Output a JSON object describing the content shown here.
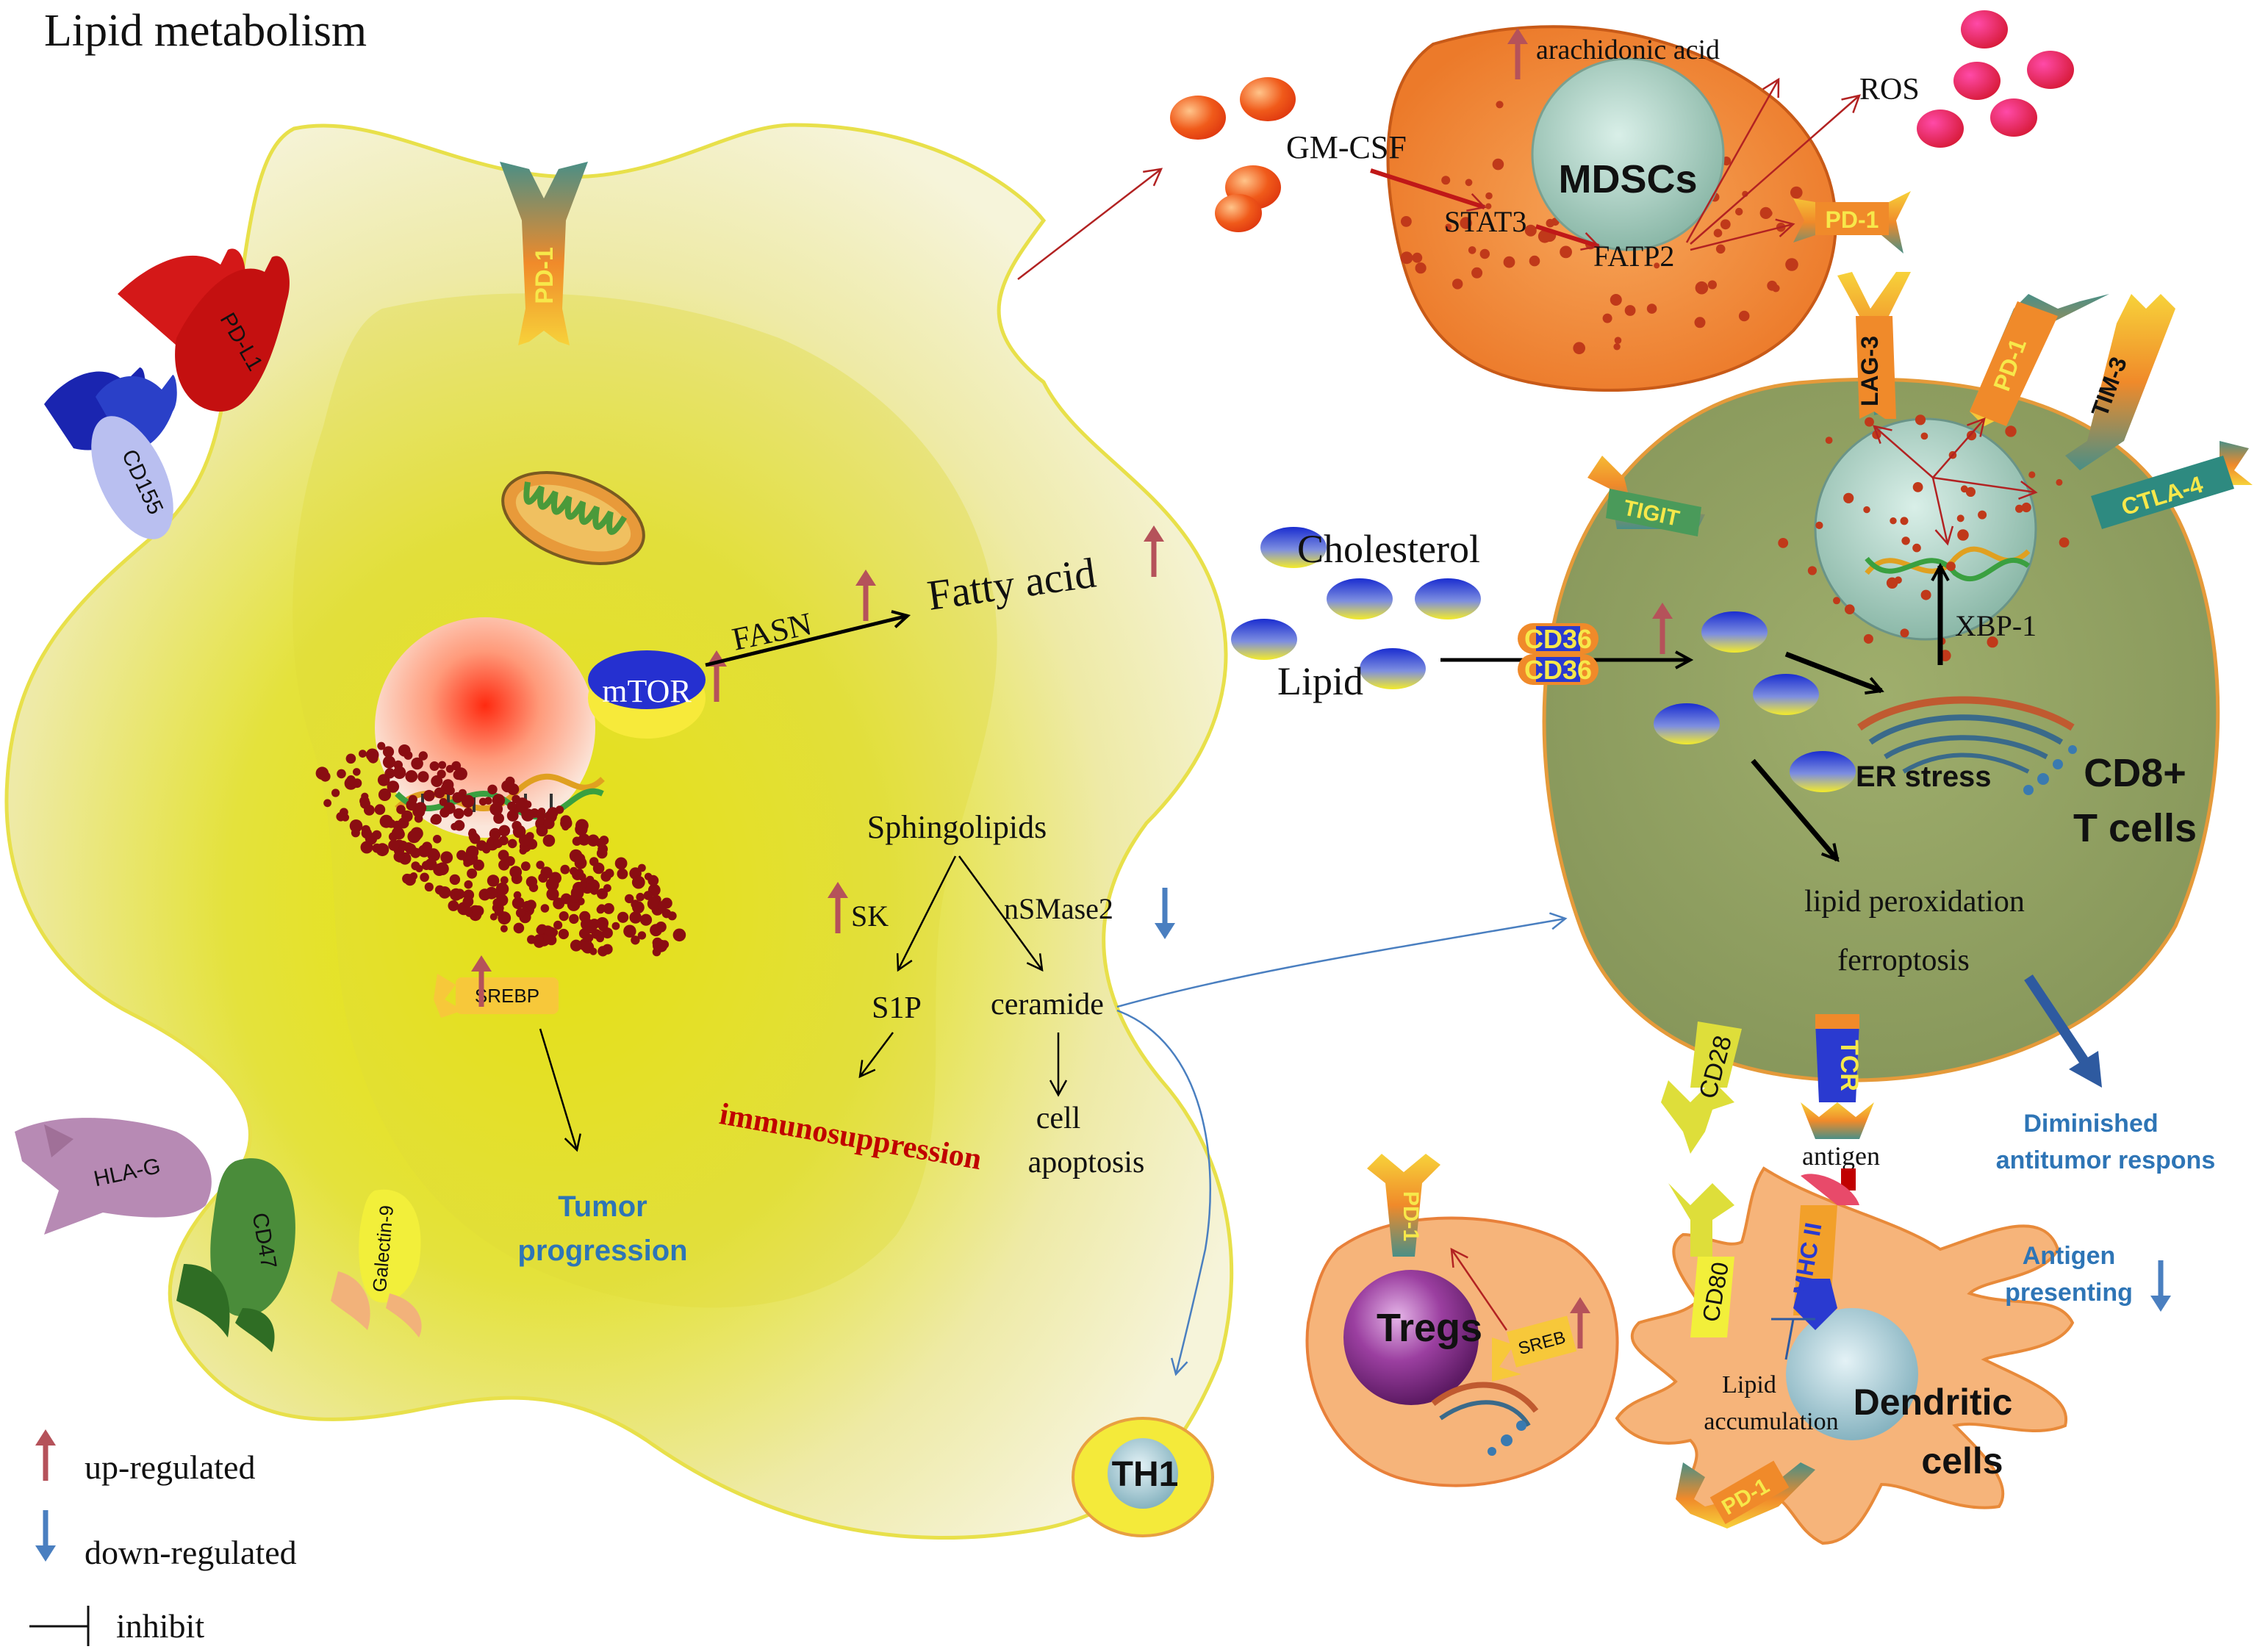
{
  "title": "Lipid metabolism",
  "tumor_cell": {
    "receptors": {
      "pd1": "PD-1",
      "pdl1": "PD-L1",
      "cd155": "CD155",
      "hlag": "HLA-G",
      "cd47": "CD47",
      "galectin9": "Galectin-9"
    },
    "mtor": "mTOR",
    "fasn": "FASN",
    "fatty_acid": "Fatty acid",
    "srebp": "SREBP",
    "tumor_progression": [
      "Tumor",
      "progression"
    ],
    "sphingolipids": "Sphingolipids",
    "sk": "SK",
    "nsmase2": "nSMase2",
    "s1p": "S1P",
    "ceramide": "ceramide",
    "immunosuppression": "immunosuppression",
    "cell_apoptosis": [
      "cell",
      "apoptosis"
    ]
  },
  "mdsc": {
    "arachidonic_acid": "arachidonic acid",
    "ros": "ROS",
    "gmcsf": "GM-CSF",
    "label": "MDSCs",
    "stat3": "STAT3",
    "fatp2": "FATP2",
    "pd1": "PD-1"
  },
  "tcell": {
    "lag3": "LAG-3",
    "pd1": "PD-1",
    "tim3": "TIM-3",
    "ctla4": "CTLA-4",
    "tigit": "TIGIT",
    "cholesterol": "Cholesterol",
    "lipid": "Lipid",
    "cd36": "CD36",
    "xbp1": "XBP-1",
    "er_stress": "ER stress",
    "label": [
      "CD8+",
      "T cells"
    ],
    "lipid_peroxidation": "lipid peroxidation",
    "ferroptosis": "ferroptosis",
    "cd28": "CD28",
    "tcr": "TCR",
    "antigen": "antigen",
    "diminished": [
      "Diminished",
      "antitumor respons"
    ]
  },
  "dc": {
    "cd80": "CD80",
    "mhcii": "MHC II",
    "lipid_accumulation": [
      "Lipid",
      "accumulation"
    ],
    "label": [
      "Dendritic",
      "cells"
    ],
    "pd1": "PD-1",
    "antigen_presenting": [
      "Antigen",
      "presenting"
    ]
  },
  "tregs": {
    "label": "Tregs",
    "pd1": "PD-1",
    "sreb": "SREB"
  },
  "th1": "TH1",
  "legend": {
    "up": "up-regulated",
    "down": "down-regulated",
    "inhibit": "inhibit"
  },
  "colors": {
    "up_arrow": "#b5525a",
    "down_arrow": "#4a7fc0",
    "immunosuppression": "#c00000",
    "blue_text": "#2e75b6",
    "tumor_fill": "#f2f0c8",
    "tcell_fill": "#8f9e5e"
  }
}
